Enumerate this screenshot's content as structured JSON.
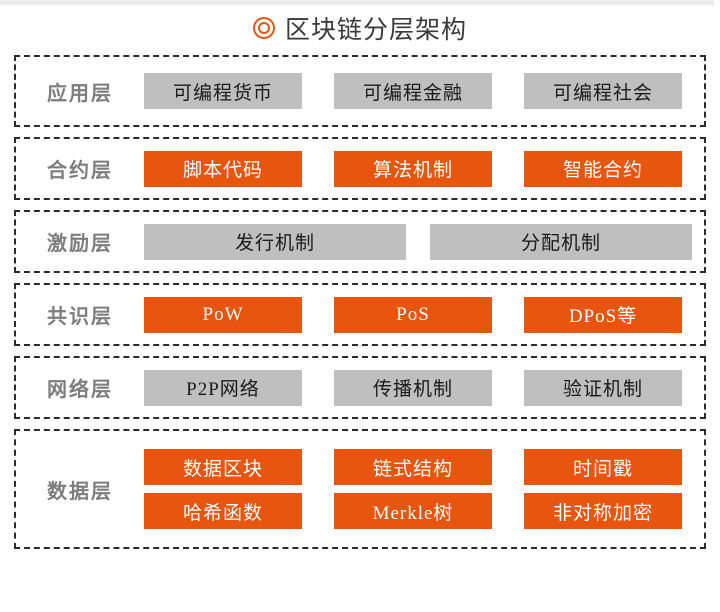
{
  "header": {
    "title": "区块链分层架构",
    "icon": "double-circle-icon"
  },
  "colors": {
    "orange": "#E8550F",
    "gray": "#BFBFBF",
    "label_gray": "#7D7D7D",
    "border": "#2B2B2B"
  },
  "layers": [
    {
      "key": "application",
      "label": "应用层",
      "style": "gray",
      "cells": [
        "可编程货币",
        "可编程金融",
        "可编程社会"
      ]
    },
    {
      "key": "contract",
      "label": "合约层",
      "style": "orange",
      "cells": [
        "脚本代码",
        "算法机制",
        "智能合约"
      ]
    },
    {
      "key": "incentive",
      "label": "激励层",
      "style": "gray",
      "cells": [
        "发行机制",
        "分配机制"
      ]
    },
    {
      "key": "consensus",
      "label": "共识层",
      "style": "orange",
      "cells": [
        "PoW",
        "PoS",
        "DPoS等"
      ]
    },
    {
      "key": "network",
      "label": "网络层",
      "style": "gray",
      "cells": [
        "P2P网络",
        "传播机制",
        "验证机制"
      ]
    },
    {
      "key": "data",
      "label": "数据层",
      "style": "orange",
      "cells_row1": [
        "数据区块",
        "链式结构",
        "时间戳"
      ],
      "cells_row2": [
        "哈希函数",
        "Merkle树",
        "非对称加密"
      ]
    }
  ]
}
